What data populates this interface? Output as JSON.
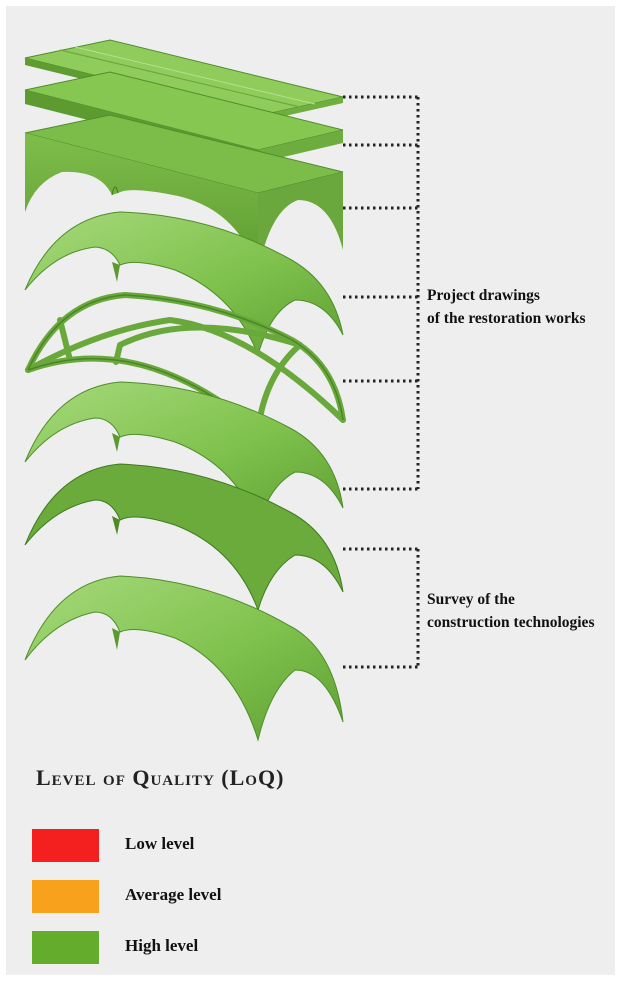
{
  "callouts": {
    "group_upper": [
      "Project drawings",
      "of the restoration works"
    ],
    "group_lower": [
      "Survey of the",
      "construction technologies"
    ]
  },
  "legend": {
    "title": "Level of Quality (LoQ)",
    "items": [
      {
        "label": "Low level",
        "color": "#f41f1f"
      },
      {
        "label": "Average level",
        "color": "#f7a11c"
      },
      {
        "label": "High level",
        "color": "#64ad2c"
      }
    ]
  },
  "colors": {
    "layer_fill": "#7cc24a",
    "layer_dark": "#4f8e2a",
    "layer_light": "#a3d77a",
    "connector": "#222222"
  }
}
